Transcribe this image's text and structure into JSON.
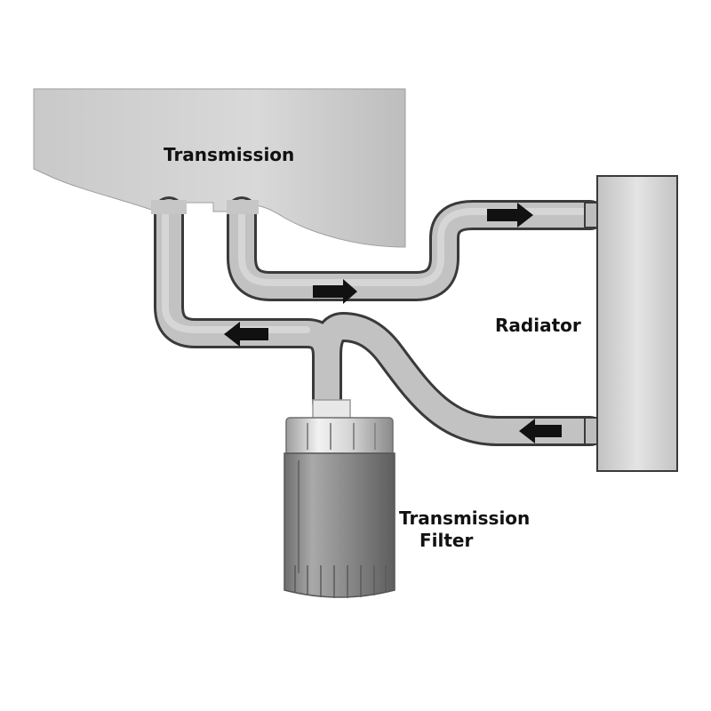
{
  "labels": {
    "transmission": "Transmission",
    "radiator": "Radiator",
    "filter_line1": "Transmission",
    "filter_line2": "Filter"
  },
  "colors": {
    "body_light": "#d4d4d4",
    "body_dark": "#b8b8b8",
    "outline": "#3a3a3a",
    "hose": "#c0c0c0",
    "filter_cap": "#e6e6e6",
    "filter_can": "#9a9a9a",
    "arrow": "#111111"
  },
  "flow_arrows": [
    {
      "name": "arrow-to-radiator-upper",
      "direction": "right"
    },
    {
      "name": "arrow-return-lower-hose",
      "direction": "right"
    },
    {
      "name": "arrow-to-transmission",
      "direction": "left"
    },
    {
      "name": "arrow-from-radiator",
      "direction": "left"
    }
  ]
}
